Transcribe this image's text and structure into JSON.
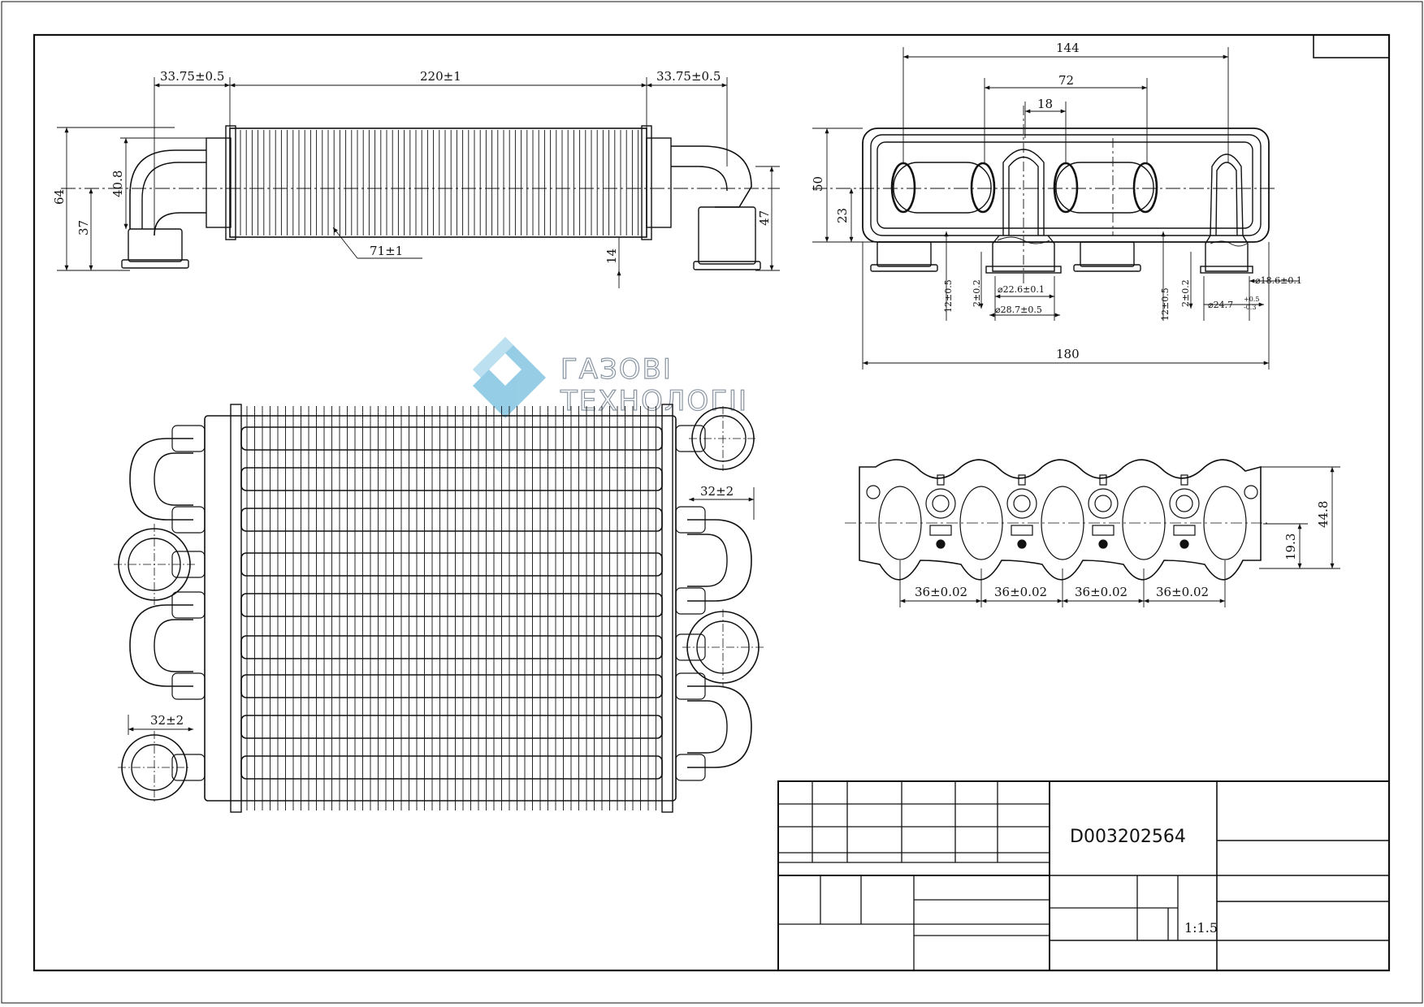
{
  "drawing": {
    "code": "D003202564",
    "scale": "1:1.5"
  },
  "watermark": {
    "line1": "ГАЗОВІ",
    "line2": "ТЕХНОЛОГІІ",
    "accent_color": "#5fb3d9"
  },
  "side_view": {
    "dims": {
      "left_end": "33.75±0.5",
      "body_length": "220±1",
      "right_end": "33.75±0.5",
      "fins": "71±1",
      "height_total": "64",
      "pipe_height": "40.8",
      "left_offset": "37",
      "right_height": "47",
      "right_bottom": "14"
    }
  },
  "top_view": {
    "dims": {
      "width_outer": "144",
      "width_mid": "72",
      "width_inner": "18",
      "height": "50",
      "offset": "23",
      "total_length": "180",
      "pipe_len_a": "12±0.5",
      "wall_a": "2±0.2",
      "inner_dia_a": "⌀22.6±0.1",
      "outer_dia_a": "⌀28.7±0.5",
      "pipe_len_b": "12±0.5",
      "wall_b": "2±0.2",
      "inner_dia_b": "⌀18.6±0.1",
      "outer_dia_b": "⌀24.7",
      "outer_dia_b_tol_up": "+0.5",
      "outer_dia_b_tol_down": "-0.3"
    }
  },
  "front_view": {
    "dims": {
      "right_spacing": "32±2",
      "left_spacing": "32±2"
    }
  },
  "plate_view": {
    "dims": {
      "pitch_1": "36±0.02",
      "pitch_2": "36±0.02",
      "pitch_3": "36±0.02",
      "pitch_4": "36±0.02",
      "height": "44.8",
      "offset": "19.3"
    }
  }
}
